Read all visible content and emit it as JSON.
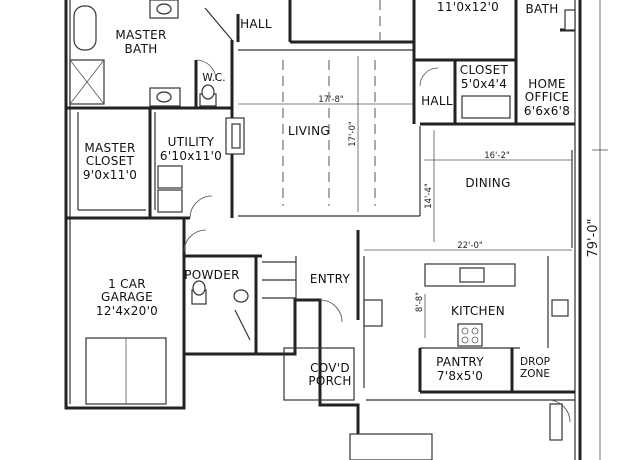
{
  "rooms": {
    "master_bath": [
      "MASTER",
      "BATH"
    ],
    "hall_top": "HALL",
    "bedroom_size": "11'0x12'0",
    "bath": "BATH",
    "wc": "W.C.",
    "closet": {
      "name": "CLOSET",
      "size": "5'0x4'4"
    },
    "home_office": {
      "name": [
        "HOME",
        "OFFICE"
      ],
      "size": "6'6x6'8"
    },
    "hall_mid": "HALL",
    "living": "LIVING",
    "master_closet": {
      "name": [
        "MASTER",
        "CLOSET"
      ],
      "size": "9'0x11'0"
    },
    "utility": {
      "name": "UTILITY",
      "size": "6'10x11'0"
    },
    "dining": "DINING",
    "garage": {
      "name": [
        "1 CAR",
        "GARAGE"
      ],
      "size": "12'4x20'0"
    },
    "powder": "POWDER",
    "entry": "ENTRY",
    "kitchen": "KITCHEN",
    "covered_porch": [
      "COV'D",
      "PORCH"
    ],
    "pantry": {
      "name": "PANTRY",
      "size": "7'8x5'0"
    },
    "drop_zone": [
      "DROP",
      "ZONE"
    ]
  },
  "dimensions": {
    "living_width": "17'-8\"",
    "living_depth": "17'-0\"",
    "dining_width": "16'-2\"",
    "dining_depth": "14'-4\"",
    "kitchen_width": "22'-0\"",
    "kitchen_depth": "8'-8\"",
    "overall_depth": "79'-0\""
  }
}
